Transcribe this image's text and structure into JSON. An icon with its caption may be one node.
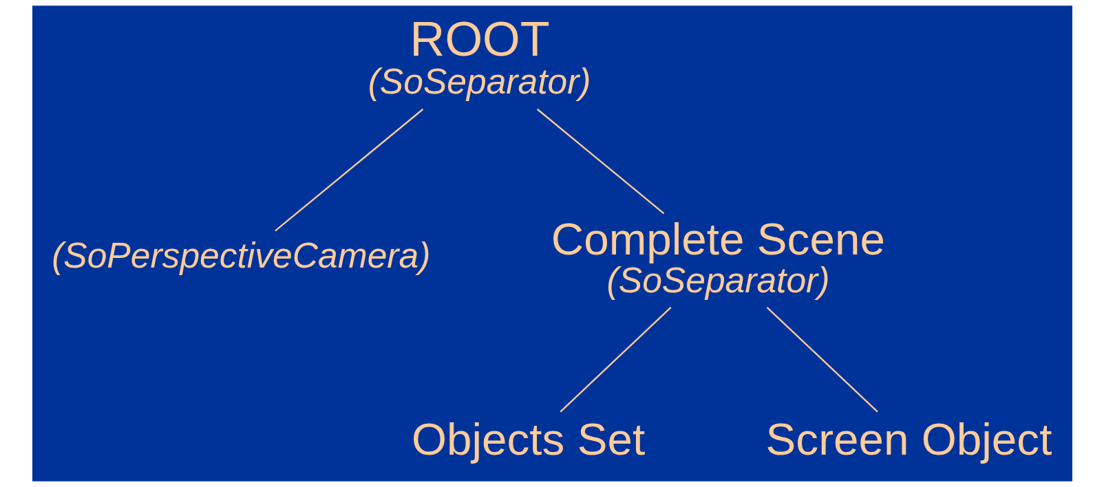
{
  "diagram": {
    "nodes": [
      {
        "text": [
          "ROOT",
          "(SoSeparator)"
        ]
      },
      {
        "text": [
          "(SoPerspectiveCamera)"
        ]
      },
      {
        "text": [
          "Complete Scene",
          "(SoSeparator)"
        ]
      },
      {
        "text": [
          "Objects Set"
        ]
      },
      {
        "text": [
          "Screen Object"
        ]
      }
    ],
    "edges": [
      {
        "from": 0,
        "to": 1,
        "arrow": "none"
      },
      {
        "from": 0,
        "to": 2,
        "arrow": "none"
      },
      {
        "from": 2,
        "to": 3,
        "arrow": "none"
      },
      {
        "from": 2,
        "to": 4,
        "arrow": "none"
      }
    ]
  }
}
